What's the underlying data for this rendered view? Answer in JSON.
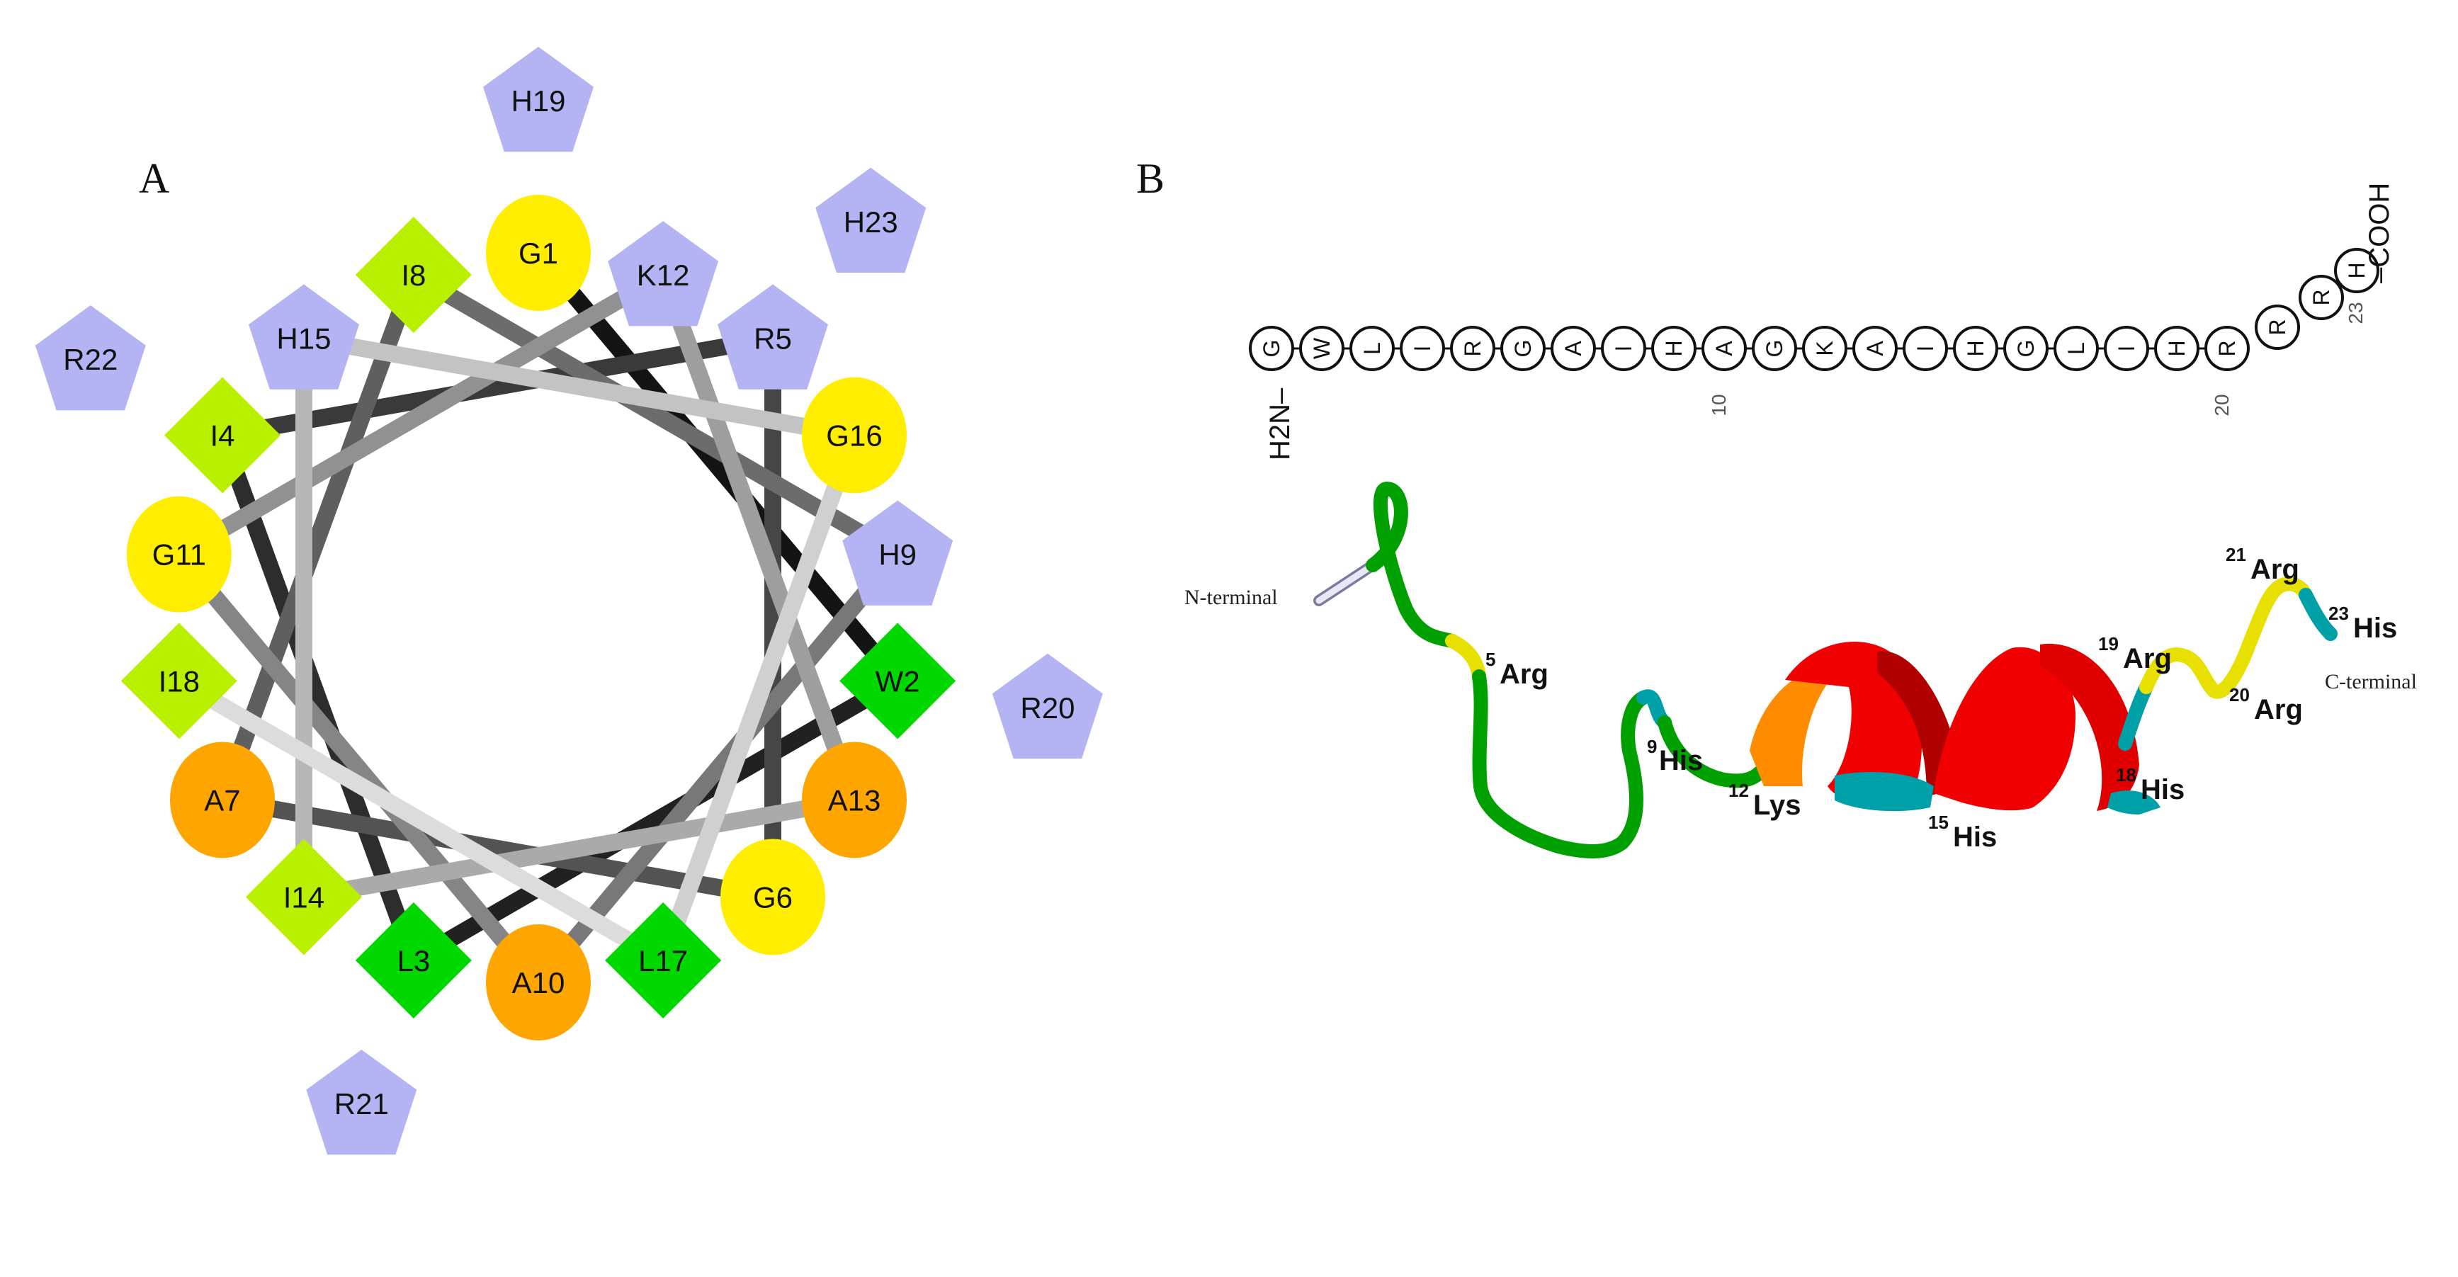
{
  "panels": {
    "a_label": "A",
    "b_label": "B"
  },
  "colors": {
    "hydrophobic_diamond": "#b8f000",
    "hydrophobic_bright": "#00d800",
    "glycine": "#ffee00",
    "alanine": "#ffa500",
    "charged": "#b4b4f4",
    "helix": "#f00000",
    "coil": "#00b400",
    "arg": "#e8e000",
    "his": "#00a0a8"
  },
  "wheel": {
    "residues": [
      {
        "label": "G1",
        "shape": "circle",
        "color": "glycine"
      },
      {
        "label": "W2",
        "shape": "diamond",
        "color": "hydrophobic_bright"
      },
      {
        "label": "L3",
        "shape": "diamond",
        "color": "hydrophobic_bright"
      },
      {
        "label": "I4",
        "shape": "diamond",
        "color": "hydrophobic_diamond"
      },
      {
        "label": "R5",
        "shape": "pentagon",
        "color": "charged"
      },
      {
        "label": "G6",
        "shape": "circle",
        "color": "glycine"
      },
      {
        "label": "A7",
        "shape": "circle",
        "color": "alanine"
      },
      {
        "label": "I8",
        "shape": "diamond",
        "color": "hydrophobic_diamond"
      },
      {
        "label": "H9",
        "shape": "pentagon",
        "color": "charged"
      },
      {
        "label": "A10",
        "shape": "circle",
        "color": "alanine"
      },
      {
        "label": "G11",
        "shape": "circle",
        "color": "glycine"
      },
      {
        "label": "K12",
        "shape": "pentagon",
        "color": "charged"
      },
      {
        "label": "A13",
        "shape": "circle",
        "color": "alanine"
      },
      {
        "label": "I14",
        "shape": "diamond",
        "color": "hydrophobic_diamond"
      },
      {
        "label": "H15",
        "shape": "pentagon",
        "color": "charged"
      },
      {
        "label": "G16",
        "shape": "circle",
        "color": "glycine"
      },
      {
        "label": "L17",
        "shape": "diamond",
        "color": "hydrophobic_bright"
      },
      {
        "label": "I18",
        "shape": "diamond",
        "color": "hydrophobic_diamond"
      },
      {
        "label": "H19",
        "shape": "pentagon",
        "color": "charged"
      },
      {
        "label": "R20",
        "shape": "pentagon",
        "color": "charged"
      },
      {
        "label": "R21",
        "shape": "pentagon",
        "color": "charged"
      },
      {
        "label": "R22",
        "shape": "pentagon",
        "color": "charged"
      },
      {
        "label": "H23",
        "shape": "pentagon",
        "color": "charged"
      }
    ]
  },
  "sequence": {
    "n_term": "H2N–",
    "c_term": "–COOH",
    "letters": [
      "G",
      "W",
      "L",
      "I",
      "R",
      "G",
      "A",
      "I",
      "H",
      "A",
      "G",
      "K",
      "A",
      "I",
      "H",
      "G",
      "L",
      "I",
      "H",
      "R",
      "R",
      "R",
      "H"
    ],
    "tick_labels": [
      "10",
      "20",
      "23"
    ]
  },
  "structure": {
    "n_terminal": "N-terminal",
    "c_terminal": "C-terminal",
    "labels": [
      {
        "sup": "5",
        "text": "Arg"
      },
      {
        "sup": "9",
        "text": "His"
      },
      {
        "sup": "12",
        "text": "Lys"
      },
      {
        "sup": "15",
        "text": "His"
      },
      {
        "sup": "18",
        "text": "His"
      },
      {
        "sup": "19",
        "text": "Arg"
      },
      {
        "sup": "20",
        "text": "Arg"
      },
      {
        "sup": "21",
        "text": "Arg"
      },
      {
        "sup": "23",
        "text": "His"
      }
    ]
  }
}
